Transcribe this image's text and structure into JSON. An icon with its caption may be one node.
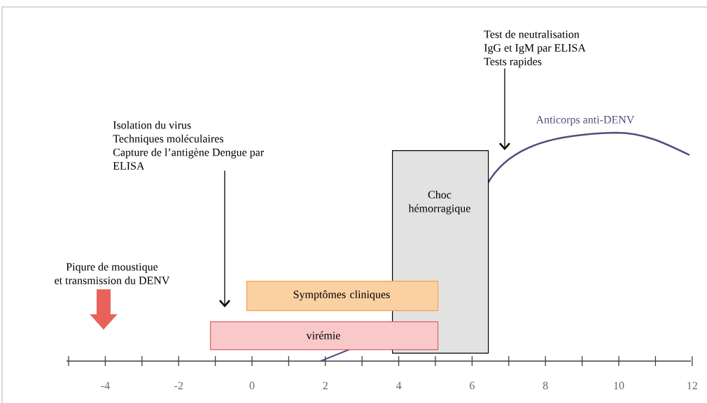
{
  "diagram": {
    "nodes": [
      {
        "text": [
          "Piqure de moustique",
          "et transmission du DENV"
        ]
      },
      {
        "text": [
          "Isolation du virus",
          "Techniques moléculaires",
          "Capture de l’antigène Dengue par",
          "ELISA"
        ]
      },
      {
        "text": [
          "Test de neutralisation",
          "IgG et IgM par ELISA",
          "Tests rapides"
        ]
      },
      {
        "text": [
          "Choc hémorragique"
        ]
      },
      {
        "text": [
          "Symptômes cliniques"
        ]
      },
      {
        "text": [
          "virémie"
        ]
      }
    ],
    "edges": [
      {
        "from": 0,
        "to": null,
        "arrow": "to",
        "style": "thick",
        "color": "#e8625c"
      },
      {
        "from": 1,
        "to": null,
        "arrow": "to"
      },
      {
        "from": 2,
        "to": 3,
        "arrow": "to"
      }
    ],
    "labels": [
      "Anticorps anti-DENV",
      "-4",
      "-2",
      "0",
      "2",
      "4",
      "6",
      "8",
      "10",
      "12"
    ]
  }
}
